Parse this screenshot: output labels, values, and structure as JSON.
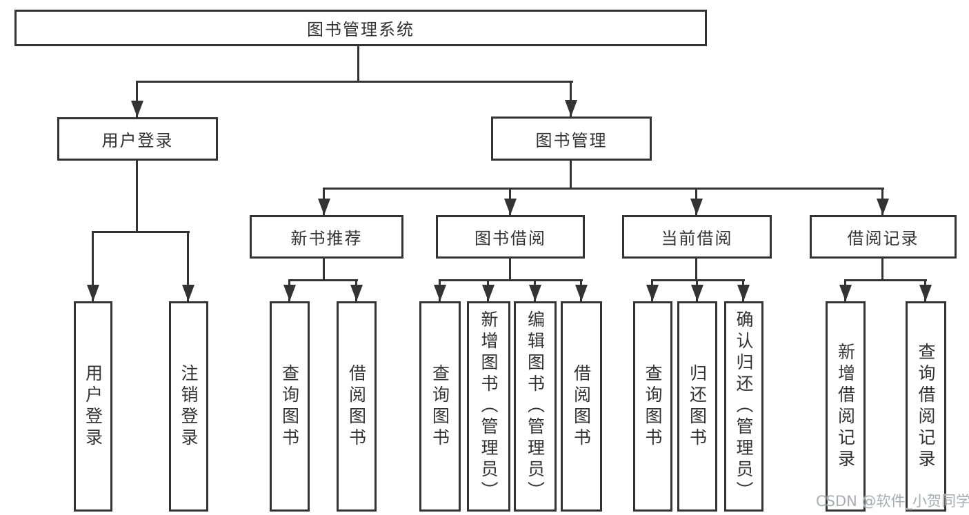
{
  "diagram": {
    "title": "图书管理系统",
    "root": {
      "label": "图书管理系统"
    },
    "level2": {
      "user_login": {
        "label": "用户登录"
      },
      "book_management": {
        "label": "图书管理"
      }
    },
    "level3": {
      "new_book_recommend": {
        "label": "新书推荐"
      },
      "book_borrow": {
        "label": "图书借阅"
      },
      "current_borrow": {
        "label": "当前借阅"
      },
      "borrow_records": {
        "label": "借阅记录"
      }
    },
    "leaves": {
      "user": [
        "用户登录",
        "注销登录"
      ],
      "newbook": [
        "查询图书",
        "借阅图书"
      ],
      "borrow": [
        "查询图书",
        "新增图书（管理员）",
        "编辑图书（管理员）",
        "借阅图书"
      ],
      "current": [
        "查询图书",
        "归还图书",
        "确认归还（管理员）"
      ],
      "records": [
        "新增借阅记录",
        "查询借阅记录"
      ]
    },
    "watermark": "CSDN @软件_小贺同学",
    "colors": {
      "line": "#333333",
      "text": "#333333",
      "box_fill": "#ffffff",
      "watermark": "#a9adb2",
      "background": "#ffffff"
    }
  }
}
